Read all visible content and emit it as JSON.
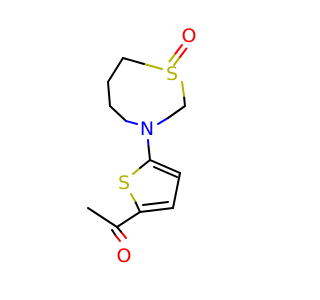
{
  "molecule": {
    "atoms": {
      "sulfoxide_oxygen": {
        "symbol": "O",
        "color": "#ff0000"
      },
      "ring_sulfur": {
        "symbol": "S",
        "color": "#b3b300"
      },
      "ring_nitrogen": {
        "symbol": "N",
        "color": "#0000ff"
      },
      "thiophene_sulfur": {
        "symbol": "S",
        "color": "#b3b300"
      },
      "aldehyde_oxygen": {
        "symbol": "O",
        "color": "#ff0000"
      }
    }
  }
}
